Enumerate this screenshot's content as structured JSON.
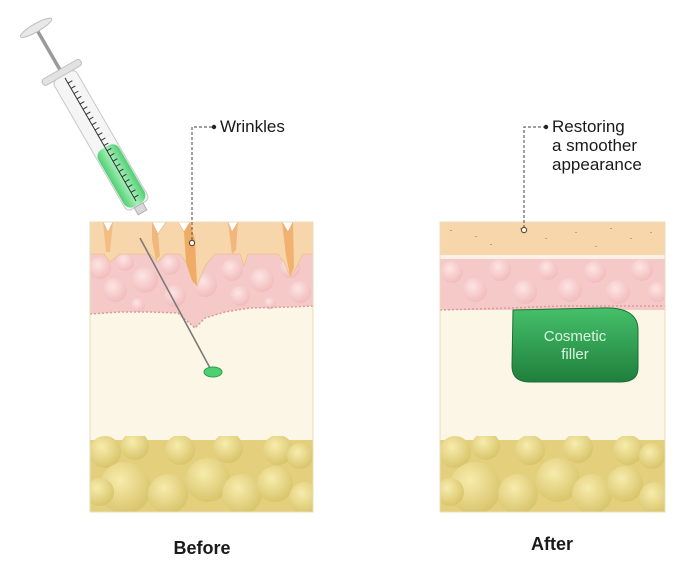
{
  "callouts": {
    "wrinkles": "Wrinkles",
    "restoring": [
      "Restoring",
      "a smoother",
      "appearance"
    ]
  },
  "filler_label": [
    "Cosmetic",
    "filler"
  ],
  "captions": {
    "before": "Before",
    "after": "After"
  },
  "colors": {
    "epidermis": "#f7d6ac",
    "dermis": "#f6c9c9",
    "hypodermis": "#fcf6e6",
    "fat": "#e5d486",
    "filler": "#2e9e50",
    "syringe_fluid": "#6fd98a"
  }
}
